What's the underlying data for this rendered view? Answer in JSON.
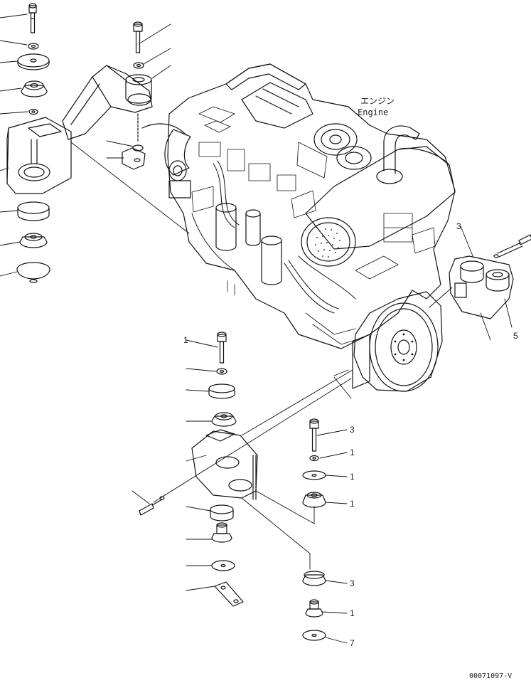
{
  "title_jp": "エンジン",
  "title_en": "Engine",
  "drawing_number": "00071097-V",
  "callouts": {
    "right_top_a": "3",
    "right_top_b": "5",
    "right_col_1": "3",
    "right_col_2": "1",
    "right_col_3": "1",
    "right_col_4": "1",
    "right_col_5": "3",
    "right_col_6": "1",
    "right_col_7": "7",
    "center_col_1": "1"
  }
}
